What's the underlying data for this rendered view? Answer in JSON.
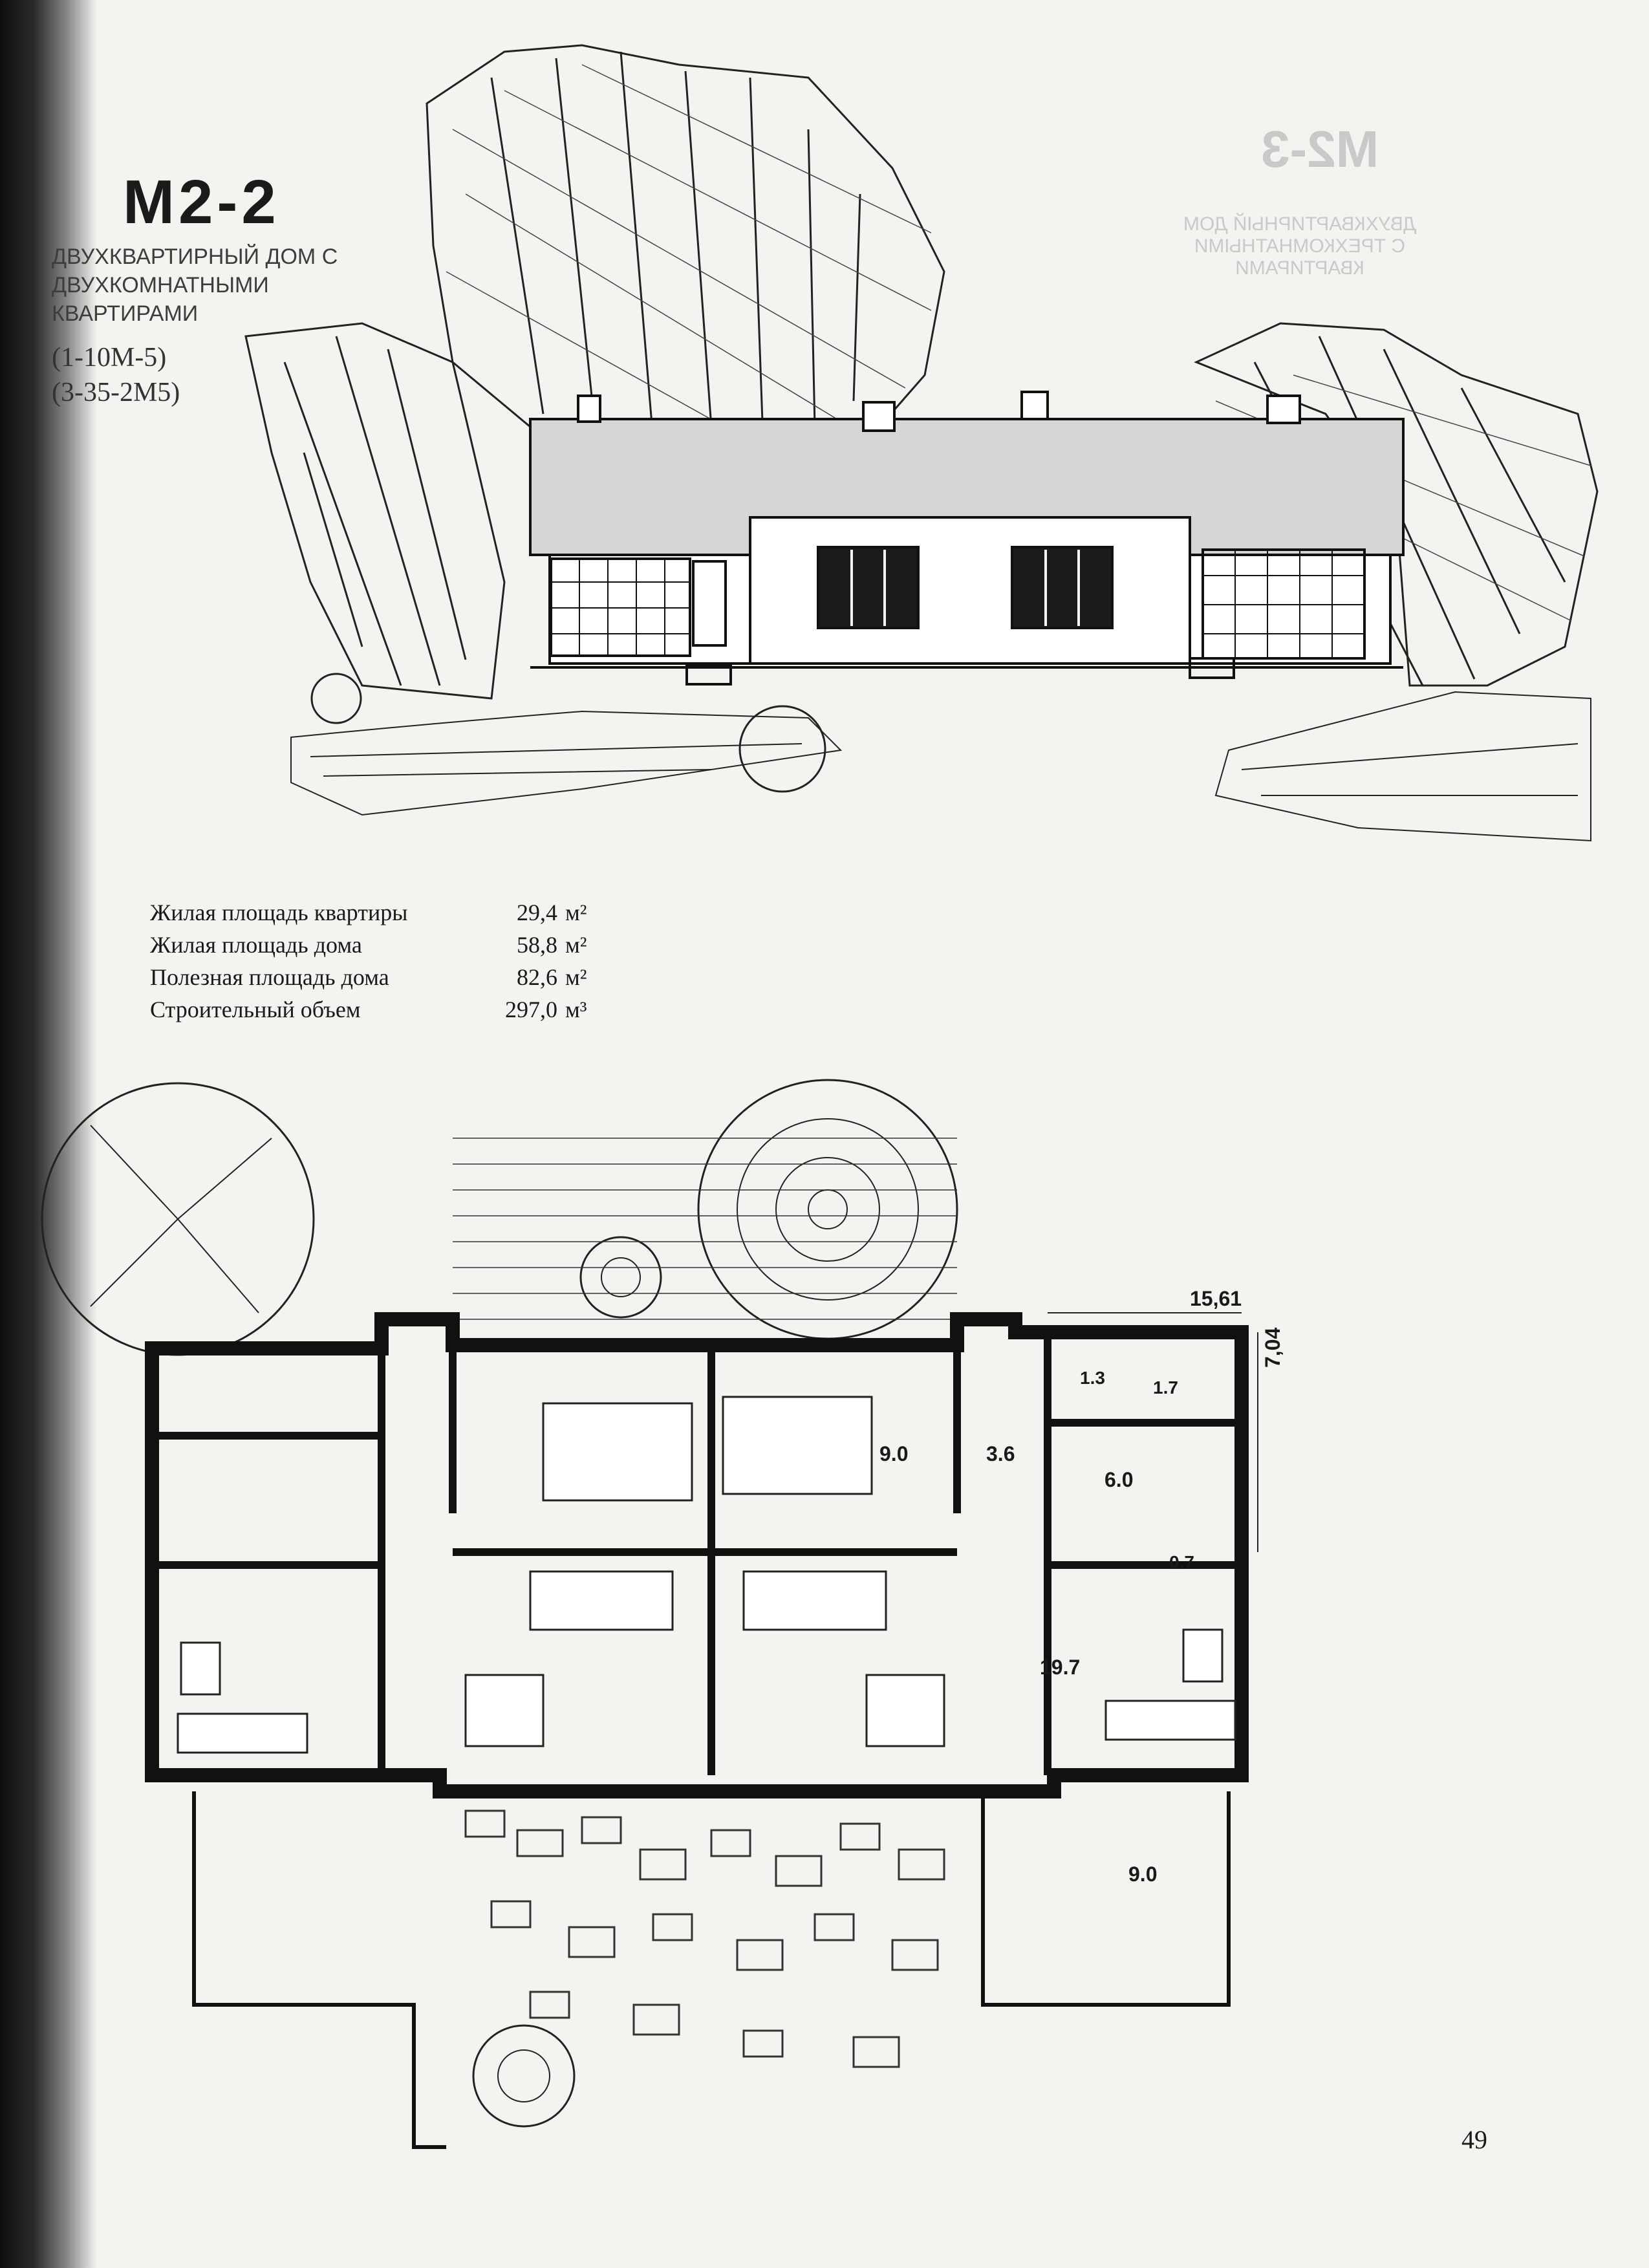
{
  "project": {
    "code": "М2-2",
    "subtitle": "Двухквартирный дом с двухкомнатными квартирами",
    "series_1": "(1-10М-5)",
    "series_2": "(3-35-2М5)"
  },
  "ghost_page": {
    "code": "М2-3",
    "subtitle": "Двухквартирный дом с трехкомнатными квартирами"
  },
  "stats": [
    {
      "label": "Жилая площадь квартиры",
      "value": "29,4",
      "unit": "м²"
    },
    {
      "label": "Жилая площадь дома",
      "value": "58,8",
      "unit": "м²"
    },
    {
      "label": "Полезная площадь дома",
      "value": "82,6",
      "unit": "м²"
    },
    {
      "label": "Строительный объем",
      "value": "297,0",
      "unit": "м³"
    }
  ],
  "plan": {
    "dimensions": {
      "length": "15,61",
      "depth": "7,04"
    },
    "room_areas": [
      "9.0",
      "3.6",
      "1.3",
      "1.7",
      "6.0",
      "0.7",
      "19.7",
      "9.0"
    ]
  },
  "page_number": "49"
}
